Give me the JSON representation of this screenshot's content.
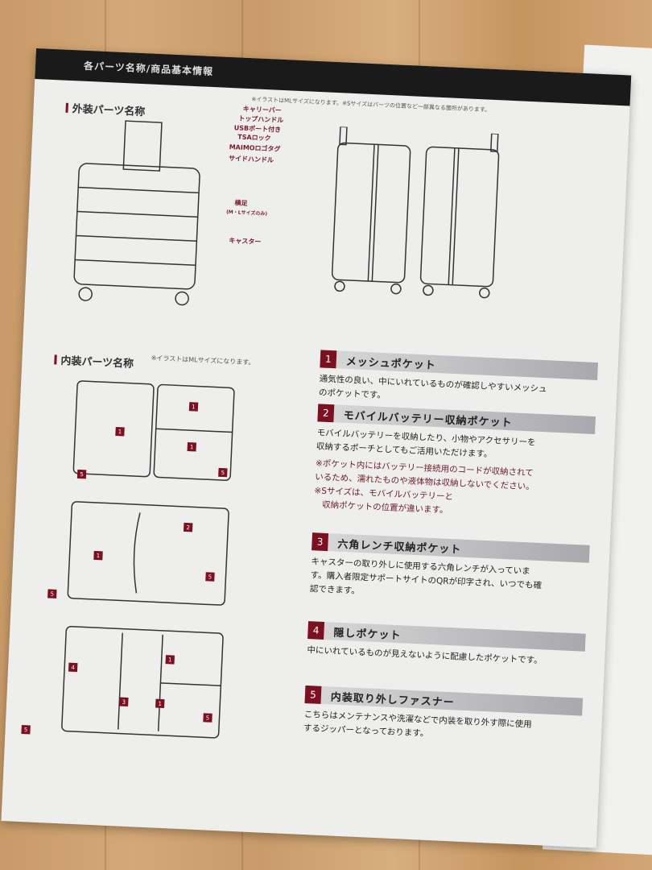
{
  "header": {
    "title": "各パーツ名称/商品基本情報",
    "note": "※イラストはMLサイズになります。※Sサイズはパーツの位置など一部異なる箇所があります。"
  },
  "exterior": {
    "title": "外装パーツ名称",
    "labels": {
      "carry_bar": "キャリーバー",
      "top_handle": "トップハンドル",
      "tsa_lock_1": "USBポート付き",
      "tsa_lock_2": "TSAロック",
      "logo_tag": "MAIMOロゴタグ",
      "side_handle": "サイドハンドル",
      "side_feet": "横足",
      "side_feet_note": "(M・Lサイズのみ)",
      "caster": "キャスター"
    }
  },
  "interior": {
    "title": "内装パーツ名称",
    "note": "※イラストはMLサイズになります。",
    "items": [
      {
        "num": "1",
        "title": "メッシュポケット",
        "body": [
          "通気性の良い、中にいれているものが確認しやすいメッシュ",
          "のポケットです。"
        ],
        "notes": []
      },
      {
        "num": "2",
        "title": "モバイルバッテリー収納ポケット",
        "body": [
          "モバイルバッテリーを収納したり、小物やアクセサリーを",
          "収納するポーチとしてもご活用いただけます。"
        ],
        "notes": [
          "※ポケット内にはバッテリー接続用のコードが収納されて",
          "いるため、濡れたものや液体物は収納しないでください。",
          "※Sサイズは、モバイルバッテリーと",
          "　収納ポケットの位置が違います。"
        ]
      },
      {
        "num": "3",
        "title": "六角レンチ収納ポケット",
        "body": [
          "キャスターの取り外しに使用する六角レンチが入っていま",
          "す。購入者限定サポートサイトのQRが印字され、いつでも確",
          "認できます。"
        ],
        "notes": []
      },
      {
        "num": "4",
        "title": "隠しポケット",
        "body": [
          "中にいれているものが見えないように配慮したポケットです。"
        ],
        "notes": []
      },
      {
        "num": "5",
        "title": "内装取り外しファスナー",
        "body": [
          "こちらはメンテナンスや洗濯などで内装を取り外す際に使用",
          "するジッパーとなっております。"
        ],
        "notes": []
      }
    ],
    "badges": [
      "1",
      "2",
      "3",
      "4",
      "5"
    ]
  },
  "colors": {
    "accent": "#7a1020",
    "banner": "#1a1a1a",
    "paper": "#eeeeec"
  }
}
